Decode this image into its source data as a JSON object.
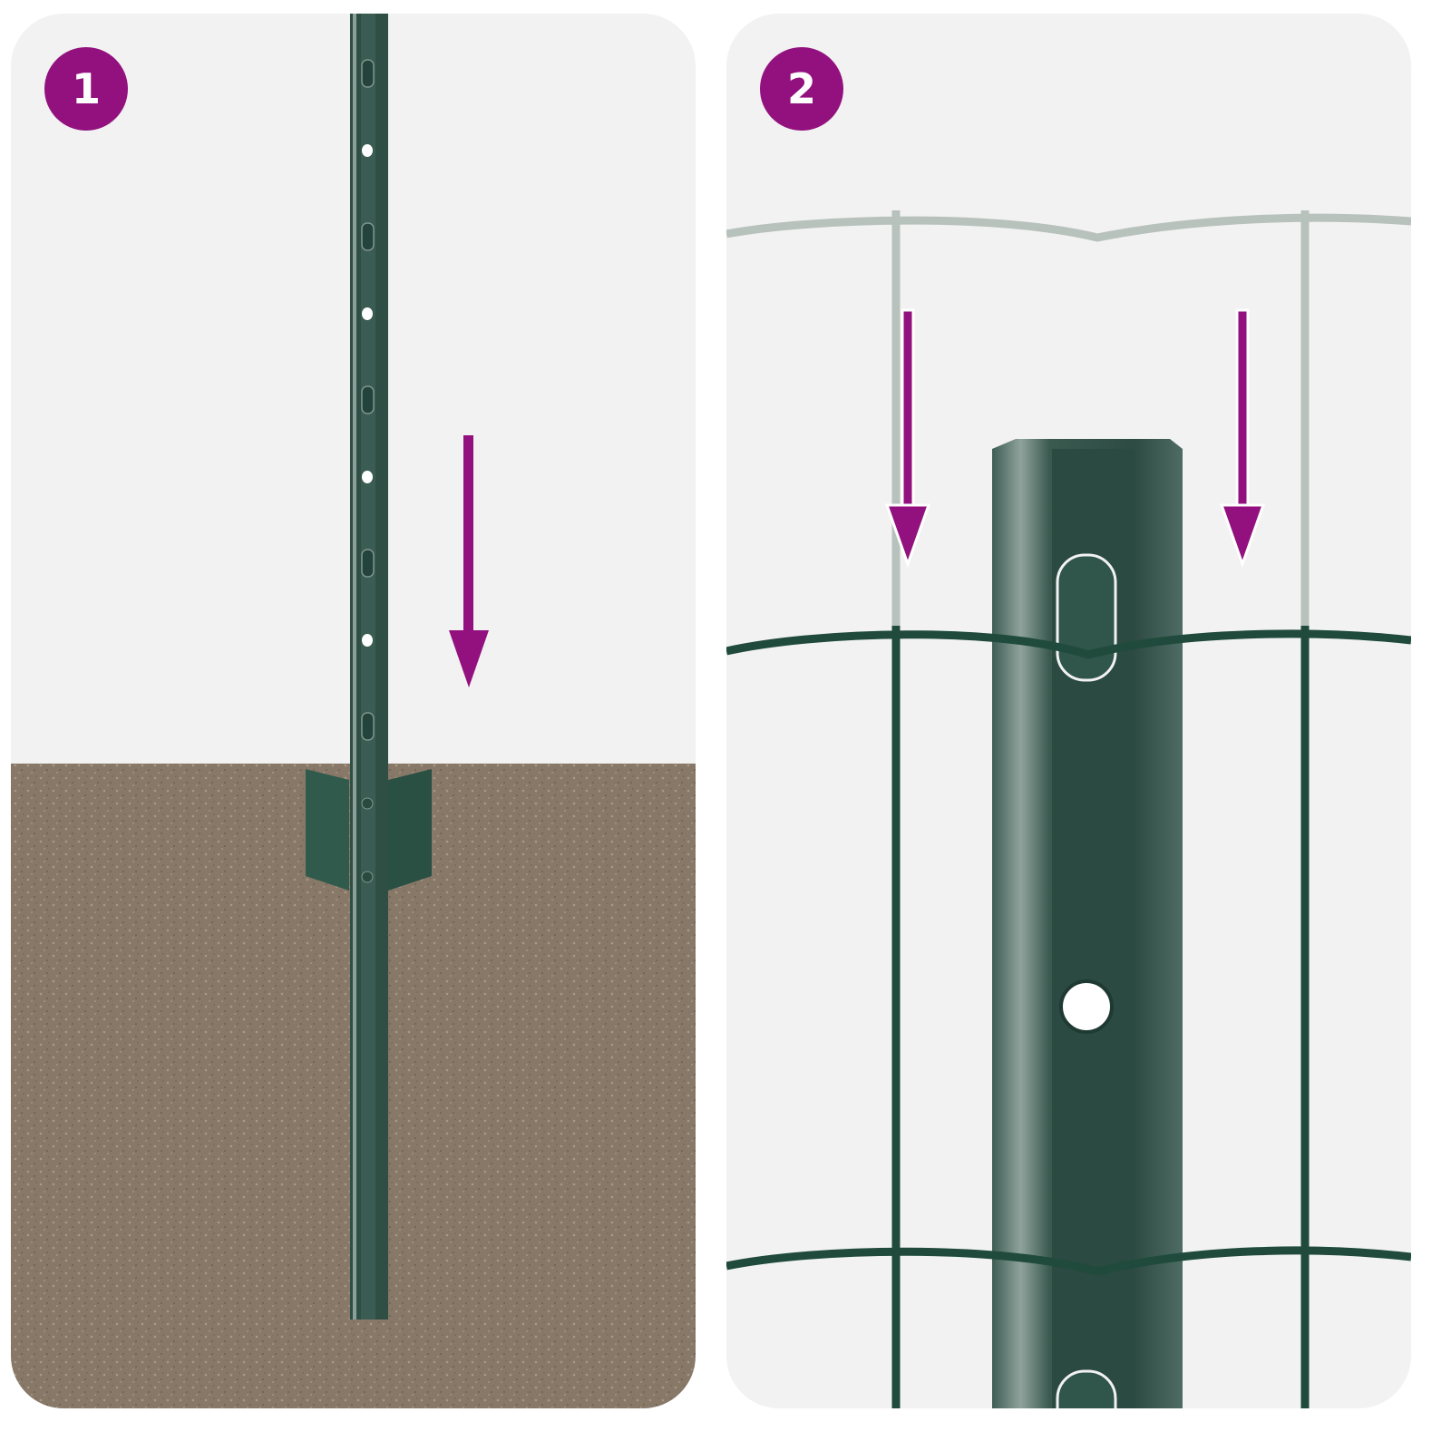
{
  "steps": [
    {
      "number": "1",
      "scene": "post-driven-into-soil",
      "arrow": "down"
    },
    {
      "number": "2",
      "scene": "mesh-hooked-onto-post",
      "arrow": "down"
    }
  ],
  "colors": {
    "badge": "#92117e",
    "arrow": "#92117e",
    "post": "#2f4f45",
    "mesh_wire": "#1f4a3c",
    "mesh_wire_light": "#b8c2bc",
    "panel_bg": "#f2f2f2",
    "soil": "#8a7a6a"
  }
}
